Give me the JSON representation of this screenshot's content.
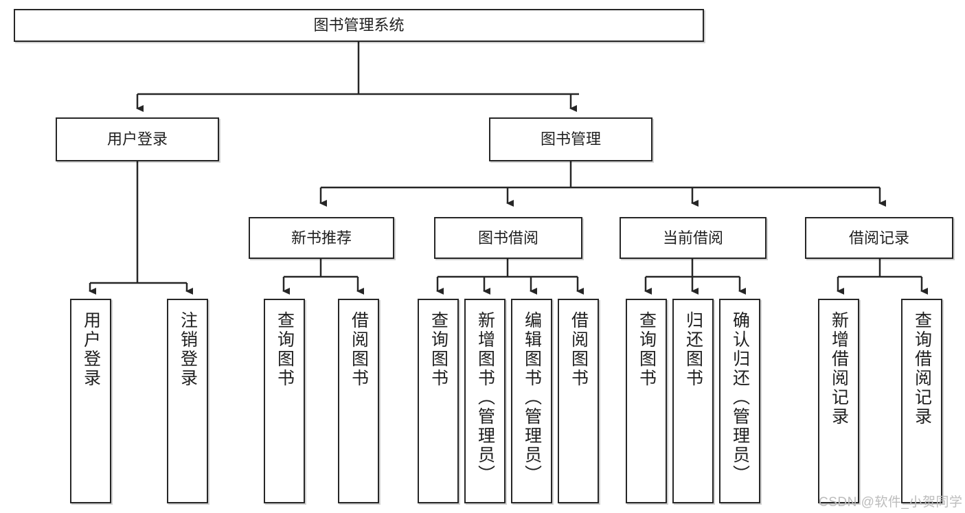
{
  "diagram": {
    "title_node": {
      "label": "图书管理系统"
    },
    "level2": [
      {
        "id": "user-login",
        "label": "用户登录"
      },
      {
        "id": "book-manage",
        "label": "图书管理"
      }
    ],
    "level3": [
      {
        "id": "new-book-recommend",
        "label": "新书推荐"
      },
      {
        "id": "book-borrow",
        "label": "图书借阅"
      },
      {
        "id": "current-borrow",
        "label": "当前借阅"
      },
      {
        "id": "borrow-record",
        "label": "借阅记录"
      }
    ],
    "leaves": [
      {
        "id": "leaf-user-login",
        "label": "用户登录"
      },
      {
        "id": "leaf-logout-login",
        "label": "注销登录"
      },
      {
        "id": "leaf-query-book-1",
        "label": "查询图书"
      },
      {
        "id": "leaf-borrow-book-1",
        "label": "借阅图书"
      },
      {
        "id": "leaf-query-book-2",
        "label": "查询图书"
      },
      {
        "id": "leaf-add-book",
        "label": "新增图书（管理员）"
      },
      {
        "id": "leaf-edit-book",
        "label": "编辑图书（管理员）"
      },
      {
        "id": "leaf-borrow-book-2",
        "label": "借阅图书"
      },
      {
        "id": "leaf-query-book-3",
        "label": "查询图书"
      },
      {
        "id": "leaf-return-book",
        "label": "归还图书"
      },
      {
        "id": "leaf-confirm-return",
        "label": "确认归还（管理员）"
      },
      {
        "id": "leaf-add-borrow-record",
        "label": "新增借阅记录"
      },
      {
        "id": "leaf-query-borrow-record",
        "label": "查询借阅记录"
      }
    ]
  },
  "watermark": {
    "text": "CSDN @软件_小贺同学"
  },
  "colors": {
    "border": "#262626",
    "text": "#1f1f1f",
    "background": "#ffffff",
    "watermark": "#bcbcbc"
  }
}
